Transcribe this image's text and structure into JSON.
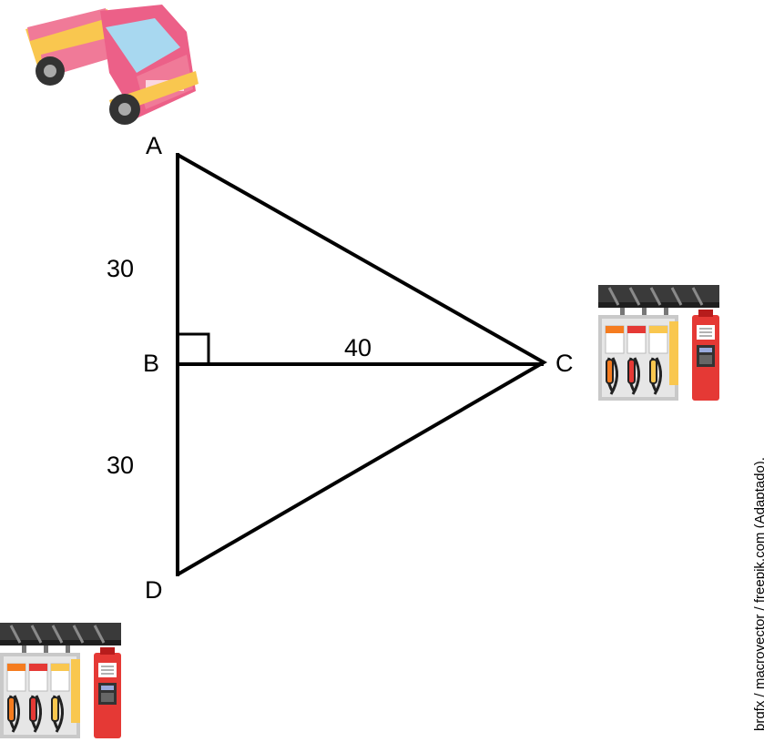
{
  "points": {
    "a": "A",
    "b": "B",
    "c": "C",
    "d": "D"
  },
  "measures": {
    "ab": "30",
    "bd": "30",
    "bc": "40"
  },
  "credit": "brgfx / macrovector / freepik.com (Adaptado).",
  "images": {
    "truck": "truck-illustration",
    "gas_station_c": "gas-pump-station-illustration",
    "gas_station_d": "gas-pump-station-illustration"
  },
  "colors": {
    "lines": "#000000",
    "truck_body": "#f07a98",
    "truck_bed": "#f9c74f",
    "pump_red": "#e53935",
    "pump_roof": "#2f2f2f"
  }
}
